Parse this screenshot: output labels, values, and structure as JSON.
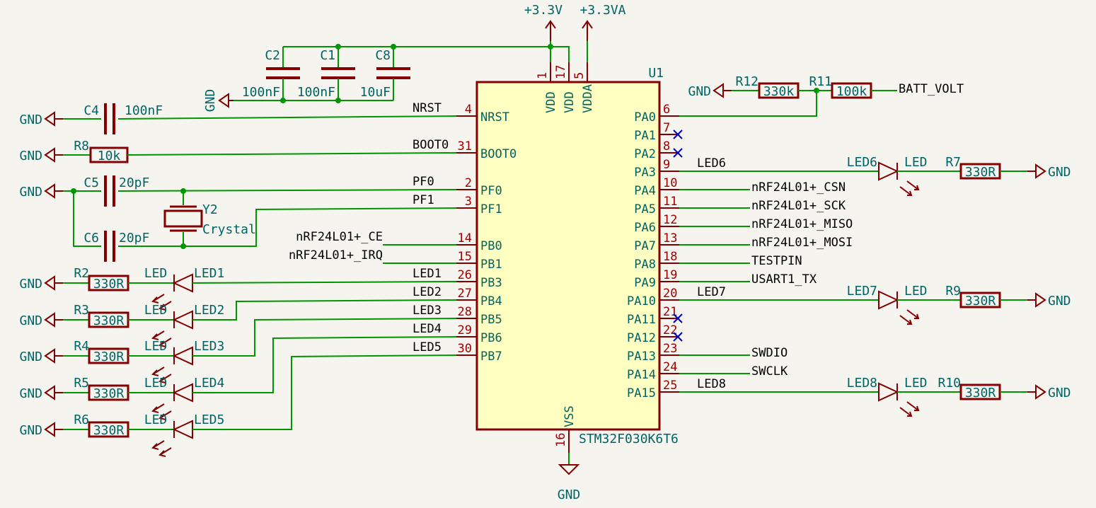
{
  "u1": {
    "ref": "U1",
    "value": "STM32F030K6T6",
    "left_pins": [
      {
        "num": "4",
        "name": "NRST",
        "net": "NRST"
      },
      {
        "num": "31",
        "name": "BOOT0",
        "net": "BOOT0"
      },
      {
        "num": "2",
        "name": "PF0",
        "net": "PF0"
      },
      {
        "num": "3",
        "name": "PF1",
        "net": "PF1"
      },
      {
        "num": "14",
        "name": "PB0",
        "net": "nRF24L01+_CE"
      },
      {
        "num": "15",
        "name": "PB1",
        "net": "nRF24L01+_IRQ"
      },
      {
        "num": "26",
        "name": "PB3",
        "net": "LED1"
      },
      {
        "num": "27",
        "name": "PB4",
        "net": "LED2"
      },
      {
        "num": "28",
        "name": "PB5",
        "net": "LED3"
      },
      {
        "num": "29",
        "name": "PB6",
        "net": "LED4"
      },
      {
        "num": "30",
        "name": "PB7",
        "net": "LED5"
      }
    ],
    "right_pins": [
      {
        "num": "6",
        "name": "PA0",
        "net": ""
      },
      {
        "num": "7",
        "name": "PA1",
        "net": ""
      },
      {
        "num": "8",
        "name": "PA2",
        "net": ""
      },
      {
        "num": "9",
        "name": "PA3",
        "net": "LED6"
      },
      {
        "num": "10",
        "name": "PA4",
        "net": "nRF24L01+_CSN"
      },
      {
        "num": "11",
        "name": "PA5",
        "net": "nRF24L01+_SCK"
      },
      {
        "num": "12",
        "name": "PA6",
        "net": "nRF24L01+_MISO"
      },
      {
        "num": "13",
        "name": "PA7",
        "net": "nRF24L01+_MOSI"
      },
      {
        "num": "18",
        "name": "PA8",
        "net": "TESTPIN"
      },
      {
        "num": "19",
        "name": "PA9",
        "net": "USART1_TX"
      },
      {
        "num": "20",
        "name": "PA10",
        "net": "LED7"
      },
      {
        "num": "21",
        "name": "PA11",
        "net": ""
      },
      {
        "num": "22",
        "name": "PA12",
        "net": ""
      },
      {
        "num": "23",
        "name": "PA13",
        "net": "SWDIO"
      },
      {
        "num": "24",
        "name": "PA14",
        "net": "SWCLK"
      },
      {
        "num": "25",
        "name": "PA15",
        "net": "LED8"
      }
    ],
    "top_pins": [
      {
        "num": "1",
        "name": "VDD"
      },
      {
        "num": "17",
        "name": "VDD"
      },
      {
        "num": "5",
        "name": "VDDA"
      }
    ],
    "bottom_pin": {
      "num": "16",
      "name": "VSS"
    }
  },
  "power": {
    "v33": "+3.3V",
    "v33a": "+3.3VA",
    "gnd": "GND"
  },
  "decoupling": [
    {
      "ref": "C2",
      "value": "100nF"
    },
    {
      "ref": "C1",
      "value": "100nF"
    },
    {
      "ref": "C8",
      "value": "10uF"
    }
  ],
  "c4": {
    "ref": "C4",
    "value": "100nF"
  },
  "r8": {
    "ref": "R8",
    "value": "10k"
  },
  "c5": {
    "ref": "C5",
    "value": "20pF"
  },
  "c6": {
    "ref": "C6",
    "value": "20pF"
  },
  "y2": {
    "ref": "Y2",
    "value": "Crystal"
  },
  "divider": {
    "r12": {
      "ref": "R12",
      "value": "330k"
    },
    "r11": {
      "ref": "R11",
      "value": "100k"
    },
    "net": "BATT_VOLT"
  },
  "left_leds": [
    {
      "r_ref": "R2",
      "r_val": "330R",
      "led_val": "LED",
      "led_ref": "LED1"
    },
    {
      "r_ref": "R3",
      "r_val": "330R",
      "led_val": "LED",
      "led_ref": "LED2"
    },
    {
      "r_ref": "R4",
      "r_val": "330R",
      "led_val": "LED",
      "led_ref": "LED3"
    },
    {
      "r_ref": "R5",
      "r_val": "330R",
      "led_val": "LED",
      "led_ref": "LED4"
    },
    {
      "r_ref": "R6",
      "r_val": "330R",
      "led_val": "LED",
      "led_ref": "LED5"
    }
  ],
  "right_leds": [
    {
      "led_ref": "LED6",
      "led_val": "LED",
      "r_ref": "R7",
      "r_val": "330R"
    },
    {
      "led_ref": "LED7",
      "led_val": "LED",
      "r_ref": "R9",
      "r_val": "330R"
    },
    {
      "led_ref": "LED8",
      "led_val": "LED",
      "r_ref": "R10",
      "r_val": "330R"
    }
  ]
}
